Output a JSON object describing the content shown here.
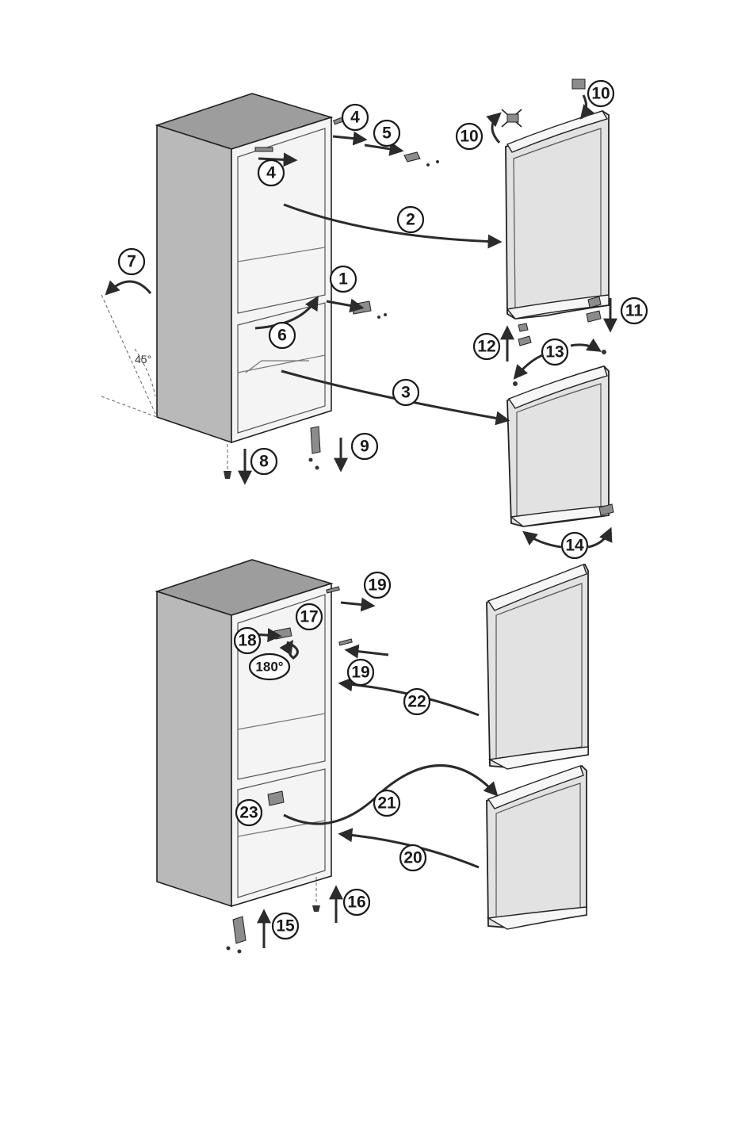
{
  "angle_label": "45°",
  "rotation_label": "180°",
  "callouts_top": [
    "1",
    "2",
    "3",
    "4",
    "4",
    "5",
    "6",
    "7",
    "8",
    "9",
    "10",
    "10",
    "11",
    "12",
    "13",
    "14"
  ],
  "callouts_bottom": [
    "15",
    "16",
    "17",
    "18",
    "19",
    "19",
    "20",
    "21",
    "22",
    "23"
  ],
  "colors": {
    "cabinet_side": "#b9b9b9",
    "cabinet_top": "#9d9d9d",
    "door_face": "#e2e2e2",
    "line": "#222222"
  }
}
